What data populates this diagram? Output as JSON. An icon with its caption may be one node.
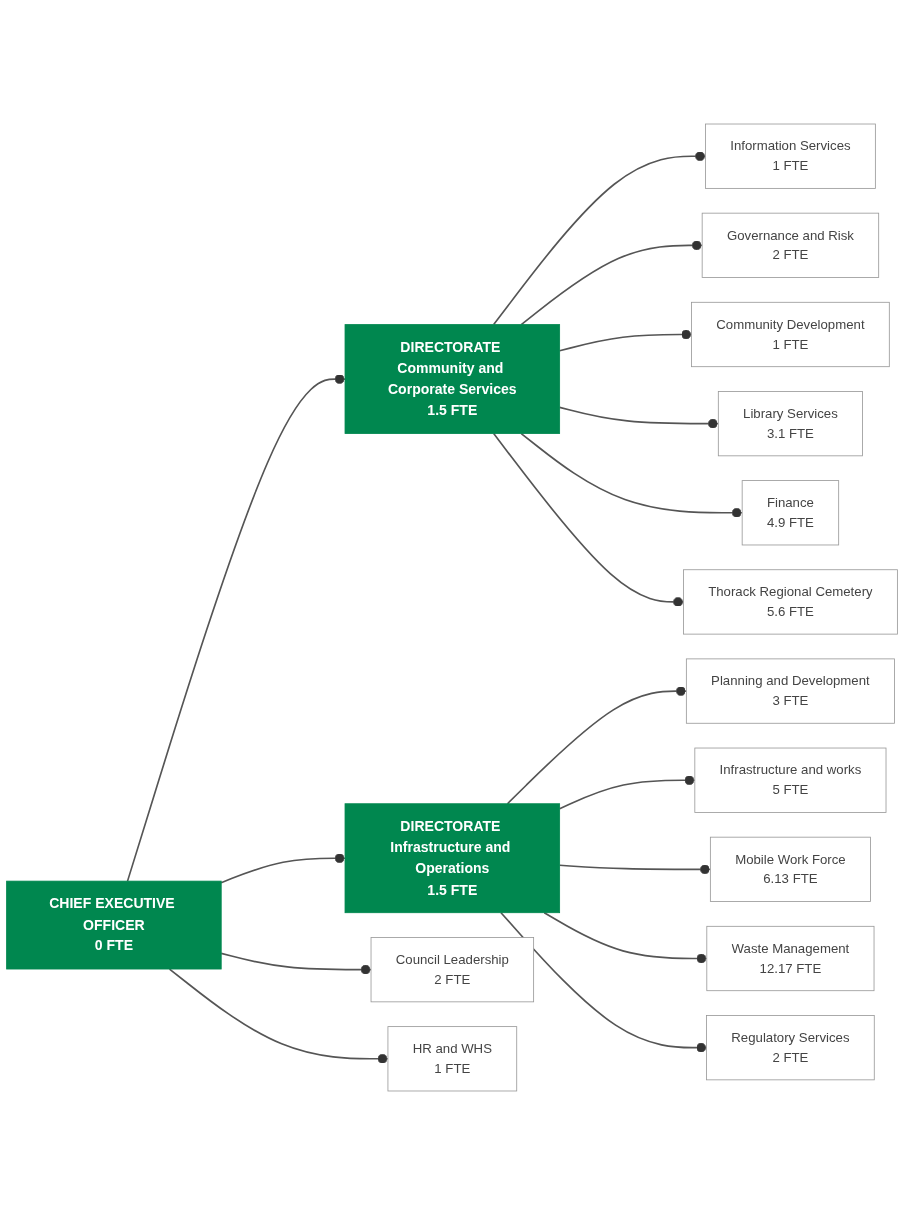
{
  "diagram": {
    "nodes": [
      {
        "text": [
          "CHIEF EXECUTIVE OFFICER",
          "0 FTE"
        ]
      },
      {
        "text": [
          "Council Leadership",
          "2 FTE"
        ]
      },
      {
        "text": [
          "HR and WHS",
          "1 FTE"
        ]
      },
      {
        "text": [
          "DIRECTORATE Community and Corporate Services",
          "1.5 FTE"
        ]
      },
      {
        "text": [
          "DIRECTORATE Infrastructure and Operations",
          "1.5 FTE"
        ]
      },
      {
        "text": [
          "Information Services",
          "1 FTE"
        ]
      },
      {
        "text": [
          "Governance and Risk",
          "2 FTE"
        ]
      },
      {
        "text": [
          "Community Development",
          "1 FTE"
        ]
      },
      {
        "text": [
          "Library Services",
          "3.1 FTE"
        ]
      },
      {
        "text": [
          "Finance",
          "4.9 FTE"
        ]
      },
      {
        "text": [
          "Thorack Regional Cemetery",
          "5.6 FTE"
        ]
      },
      {
        "text": [
          "Planning and Development",
          "3 FTE"
        ]
      },
      {
        "text": [
          "Infrastructure and works",
          "5 FTE"
        ]
      },
      {
        "text": [
          "Mobile Work Force",
          "6.13 FTE"
        ]
      },
      {
        "text": [
          "Waste Management",
          "12.17 FTE"
        ]
      },
      {
        "text": [
          "Regulatory Services",
          "2 FTE"
        ]
      }
    ],
    "edges": [
      {
        "from": 0,
        "to": 3,
        "arrow": "other"
      },
      {
        "from": 0,
        "to": 4,
        "arrow": "other"
      },
      {
        "from": 0,
        "to": 1,
        "arrow": "other"
      },
      {
        "from": 0,
        "to": 2,
        "arrow": "other"
      },
      {
        "from": 3,
        "to": 5,
        "arrow": "other"
      },
      {
        "from": 3,
        "to": 6,
        "arrow": "other"
      },
      {
        "from": 3,
        "to": 7,
        "arrow": "other"
      },
      {
        "from": 3,
        "to": 8,
        "arrow": "other"
      },
      {
        "from": 3,
        "to": 9,
        "arrow": "other"
      },
      {
        "from": 3,
        "to": 10,
        "arrow": "other"
      },
      {
        "from": 4,
        "to": 11,
        "arrow": "other"
      },
      {
        "from": 4,
        "to": 12,
        "arrow": "other"
      },
      {
        "from": 4,
        "to": 13,
        "arrow": "other"
      },
      {
        "from": 4,
        "to": 14,
        "arrow": "other"
      },
      {
        "from": 4,
        "to": 15,
        "arrow": "other"
      }
    ]
  }
}
